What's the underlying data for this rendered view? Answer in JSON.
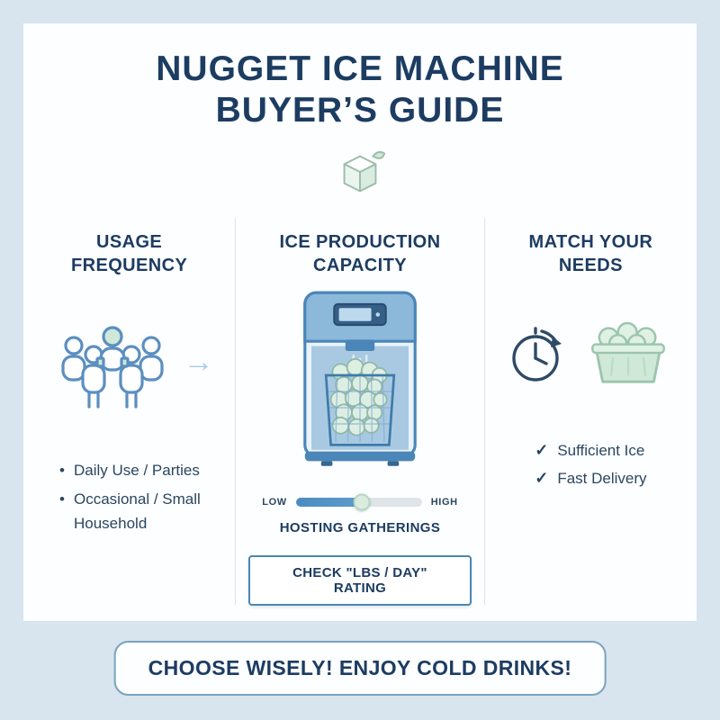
{
  "page": {
    "title_line1": "NUGGET ICE MACHINE",
    "title_line2": "BUYER’S GUIDE",
    "footer": "CHOOSE WISELY! ENJOY COLD DRINKS!"
  },
  "usage": {
    "heading_line1": "USAGE",
    "heading_line2": "FREQUENCY",
    "arrow_glyph": "→",
    "bullets": [
      "Daily Use / Parties",
      "Occasional / Small Household"
    ]
  },
  "capacity": {
    "heading_line1": "ICE PRODUCTION",
    "heading_line2": "CAPACITY",
    "slider": {
      "low_label": "LOW",
      "high_label": "HIGH",
      "position_percent": 52
    },
    "caption": "HOSTING GATHERINGS",
    "button_label": "CHECK \"LBS / DAY\" RATING"
  },
  "needs": {
    "heading_line1": "MATCH YOUR",
    "heading_line2": "NEEDS",
    "check_glyph": "✓",
    "items": [
      "Sufficient Ice",
      "Fast Delivery"
    ]
  },
  "colors": {
    "background": "#d8e5ee",
    "panel": "#fdfeff",
    "navy": "#1d3c62",
    "blue": "#4a86b8",
    "green": "#cfe8d8"
  }
}
